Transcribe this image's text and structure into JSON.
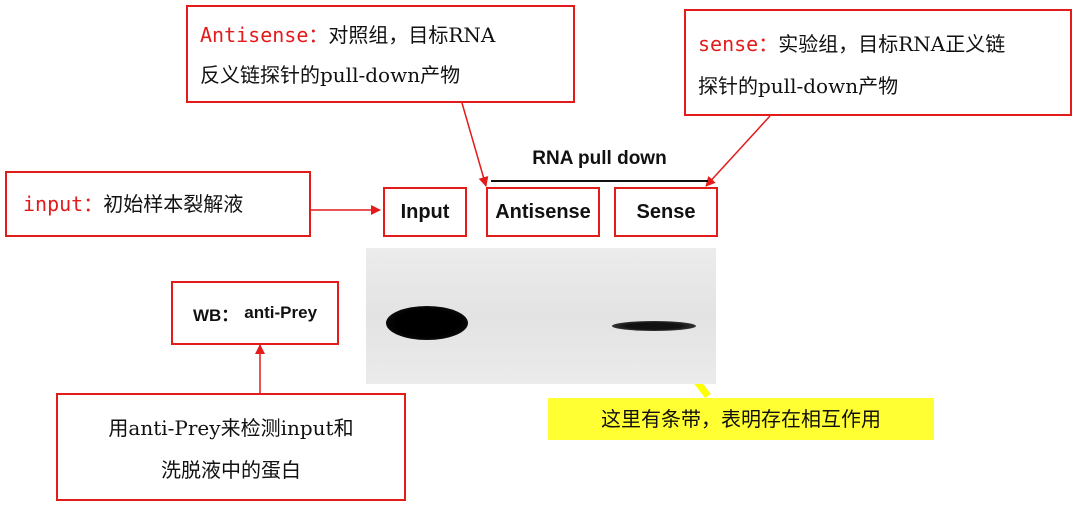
{
  "notes": {
    "antisense": {
      "key": "Antisense",
      "colon": "：",
      "line1_rest": "对照组，目标RNA",
      "line2": "反义链探针的pull-down产物"
    },
    "sense": {
      "key": "sense",
      "colon": "：",
      "line1_rest": "实验组，目标RNA正义链",
      "line2": "探针的pull-down产物"
    },
    "input": {
      "key": "input",
      "colon": "：",
      "rest": "初始样本裂解液"
    },
    "detect": {
      "line1": "用anti-Prey来检测input和",
      "line2": "洗脱液中的蛋白"
    },
    "band": {
      "text": "这里有条带，表明存在相互作用"
    }
  },
  "blot": {
    "header": "RNA pull down",
    "lanes": [
      "Input",
      "Antisense",
      "Sense"
    ],
    "wb_prefix": "WB：",
    "wb_antibody": "anti-Prey"
  },
  "colors": {
    "annotation_red": "#e31b1b",
    "highlight_yellow": "#ffff33"
  }
}
